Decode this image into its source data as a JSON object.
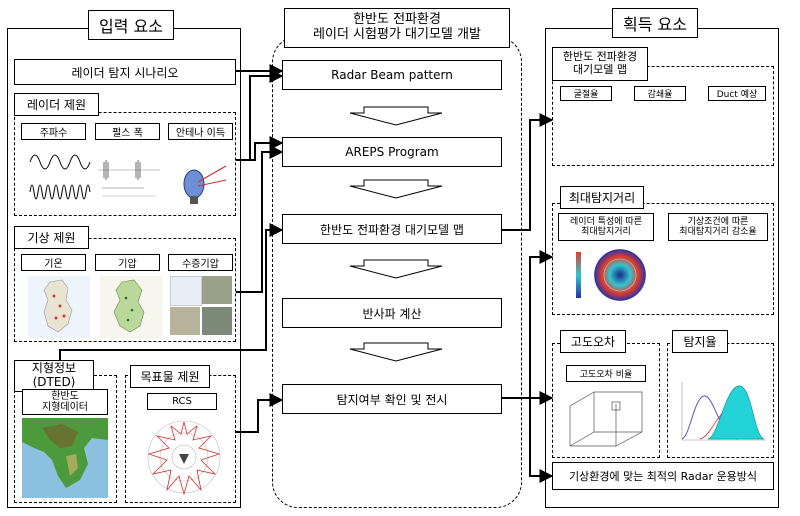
{
  "input_section": {
    "title": "입력 요소",
    "scenario": "레이더 탐지 시나리오",
    "radar_specs": {
      "title": "레이더 제원",
      "items": [
        "주파수",
        "펄스 폭",
        "안테나 이득"
      ]
    },
    "weather_specs": {
      "title": "기상 제원",
      "items": [
        "기온",
        "기압",
        "수증기압"
      ]
    },
    "terrain": {
      "title": "지형정보\n(DTED)",
      "item": "한반도\n지형데이터"
    },
    "target_specs": {
      "title": "목표물 제원",
      "item": "RCS"
    }
  },
  "process_section": {
    "title": "한반도 전파환경\n레이더 시험평가 대기모델 개발",
    "steps": [
      "Radar Beam pattern",
      "AREPS Program",
      "한반도 전파환경 대기모델 맵",
      "반사파 계산",
      "탐지여부 확인 및 전시"
    ]
  },
  "output_section": {
    "title": "획득 요소",
    "atmos_map": {
      "title": "한반도 전파환경\n대기모델 맵",
      "items": [
        "굴절율",
        "감쇄율",
        "Duct 예상"
      ]
    },
    "max_range": {
      "title": "최대탐지거리",
      "items": [
        "레이더 특성에 따른\n최대탐지거리",
        "기상조건에 따른\n최대탐지거리 감소율"
      ]
    },
    "altitude_error": {
      "title": "고도오차",
      "item": "고도오차 비율"
    },
    "detection_rate": {
      "title": "탐지율"
    },
    "result": "기상환경에 맞는 최적의 Radar 운용방식"
  },
  "colors": {
    "heatmap_teal": "#33c6cf",
    "heatmap_red": "#e23b2a",
    "terrain_green": "#4c9a3c",
    "cyan_fill": "#22d3d8"
  }
}
